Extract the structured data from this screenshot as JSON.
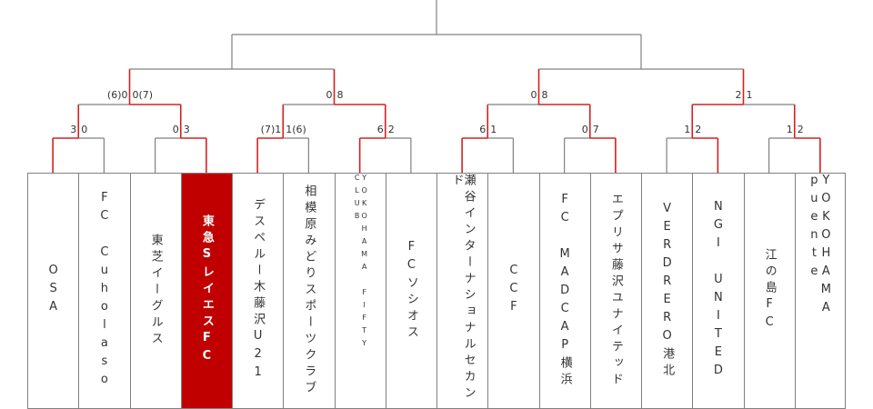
{
  "colors": {
    "win_line": "#d42020",
    "line": "#808080",
    "highlight": "#c00000"
  },
  "teams": [
    {
      "name": "OSA"
    },
    {
      "name": "FC Cuholaso"
    },
    {
      "name": "東芝イーグルス"
    },
    {
      "name": "東急SレイエスFC",
      "highlight": true
    },
    {
      "name": "デスペルー木藤沢U21"
    },
    {
      "name": "相模原みどりスポーツクラブ"
    },
    {
      "name": "YOKOHAMA FIFTY CLUB",
      "small": true
    },
    {
      "name": "FCソシオス"
    },
    {
      "name": "瀬谷インターナショナルセカンド"
    },
    {
      "name": "CCF"
    },
    {
      "name": "FC MADCAP横浜"
    },
    {
      "name": "エプリサ藤沢ユナイテッド"
    },
    {
      "name": "VERDRERO港北"
    },
    {
      "name": "NGI UNITED"
    },
    {
      "name": "江の島FC"
    },
    {
      "name": "YOKOHAMA puente"
    }
  ],
  "round1": [
    {
      "left": "3",
      "right": "0",
      "winner": "left"
    },
    {
      "left": "0",
      "right": "3",
      "winner": "right"
    },
    {
      "left": "(7)1",
      "right": "1(6)",
      "winner": "left"
    },
    {
      "left": "6",
      "right": "2",
      "winner": "left"
    },
    {
      "left": "6",
      "right": "1",
      "winner": "left"
    },
    {
      "left": "0",
      "right": "7",
      "winner": "right"
    },
    {
      "left": "1",
      "right": "2",
      "winner": "right"
    },
    {
      "left": "1",
      "right": "2",
      "winner": "right"
    }
  ],
  "round2": [
    {
      "left": "(6)0",
      "right": "0(7)",
      "winner": "right"
    },
    {
      "left": "0",
      "right": "8",
      "winner": "right"
    },
    {
      "left": "0",
      "right": "8",
      "winner": "right"
    },
    {
      "left": "2",
      "right": "1",
      "winner": "left"
    }
  ]
}
